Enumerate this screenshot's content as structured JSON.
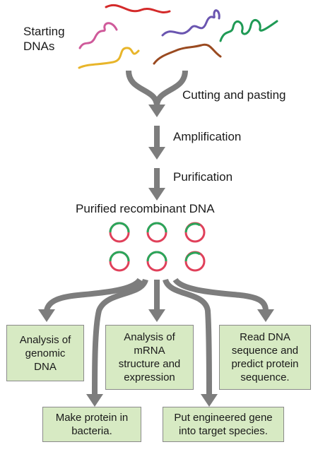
{
  "labels": {
    "starting_dnas": "Starting\nDNAs",
    "cutting_pasting": "Cutting and pasting",
    "amplification": "Amplification",
    "purification": "Purification",
    "purified_recombinant": "Purified recombinant DNA"
  },
  "boxes": {
    "genomic": "Analysis of\ngenomic\nDNA",
    "mrna": "Analysis of\nmRNA\nstructure and\nexpression",
    "read_dna": "Read DNA\nsequence and\npredict protein\nsequence.",
    "make_protein": "Make protein in\nbacteria.",
    "put_gene": "Put engineered gene\ninto target species."
  },
  "colors": {
    "arrow": "#7d7d7d",
    "box_fill": "#d7eac3",
    "plasmid_red": "#e0405a",
    "plasmid_green": "#2aa65a",
    "strand_red": "#d42a2a",
    "strand_pink": "#cf5a9a",
    "strand_purple": "#6a55b0",
    "strand_green": "#1f9a55",
    "strand_yellow": "#e8b52a",
    "strand_brown": "#9a4a20"
  }
}
